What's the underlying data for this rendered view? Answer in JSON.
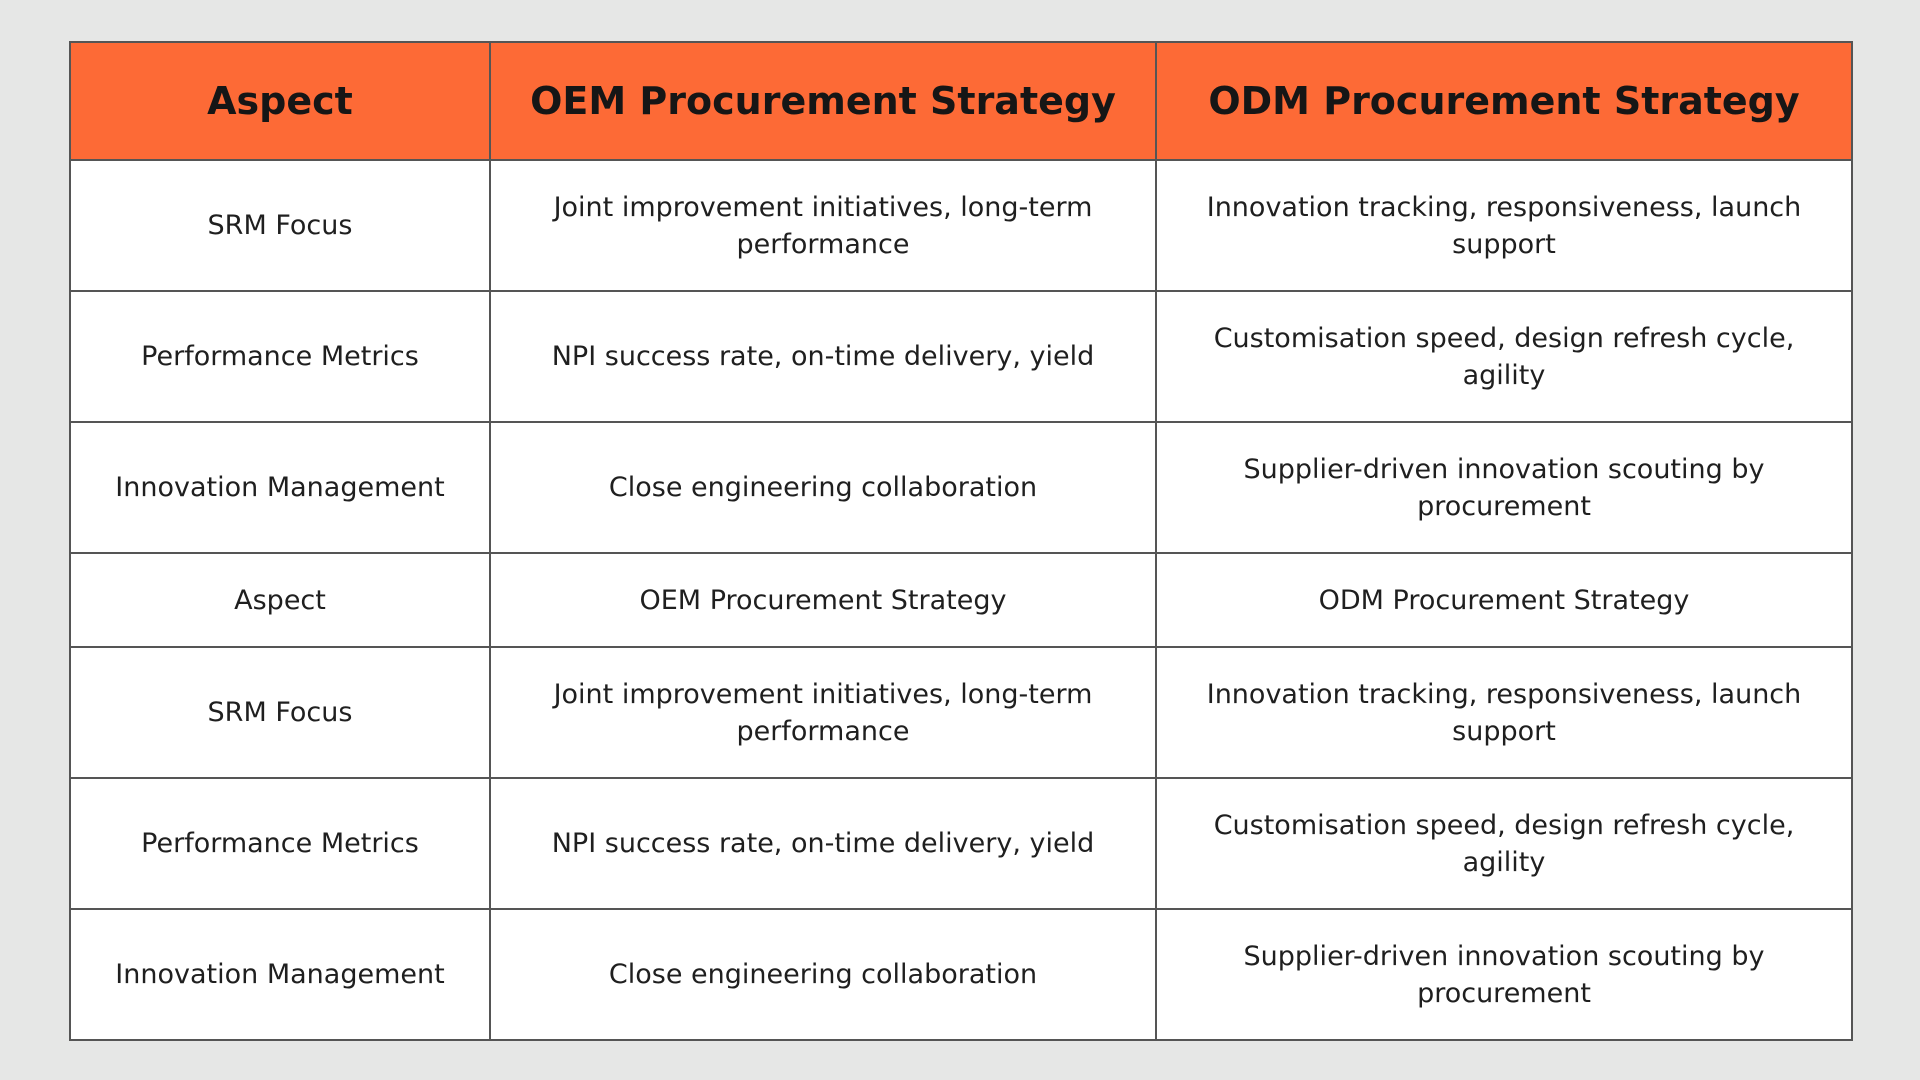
{
  "colors": {
    "header_background": "#fd6a36",
    "page_background": "#e6e7e6",
    "border": "#555555"
  },
  "table": {
    "headers": [
      "Aspect",
      "OEM Procurement Strategy",
      "ODM Procurement Strategy"
    ],
    "rows": [
      [
        "SRM Focus",
        "Joint improvement initiatives, long-term performance",
        "Innovation tracking, responsiveness, launch support"
      ],
      [
        "Performance Metrics",
        "NPI success rate, on-time delivery, yield",
        "Customisation speed, design refresh cycle, agility"
      ],
      [
        "Innovation Management",
        "Close engineering collaboration",
        "Supplier-driven innovation scouting by procurement"
      ],
      [
        "Aspect",
        "OEM Procurement Strategy",
        "ODM Procurement Strategy"
      ],
      [
        "SRM Focus",
        "Joint improvement initiatives, long-term performance",
        "Innovation tracking, responsiveness, launch support"
      ],
      [
        "Performance Metrics",
        "NPI success rate, on-time delivery, yield",
        "Customisation speed, design refresh cycle, agility"
      ],
      [
        "Innovation Management",
        "Close engineering collaboration",
        "Supplier-driven innovation scouting by procurement"
      ]
    ]
  }
}
